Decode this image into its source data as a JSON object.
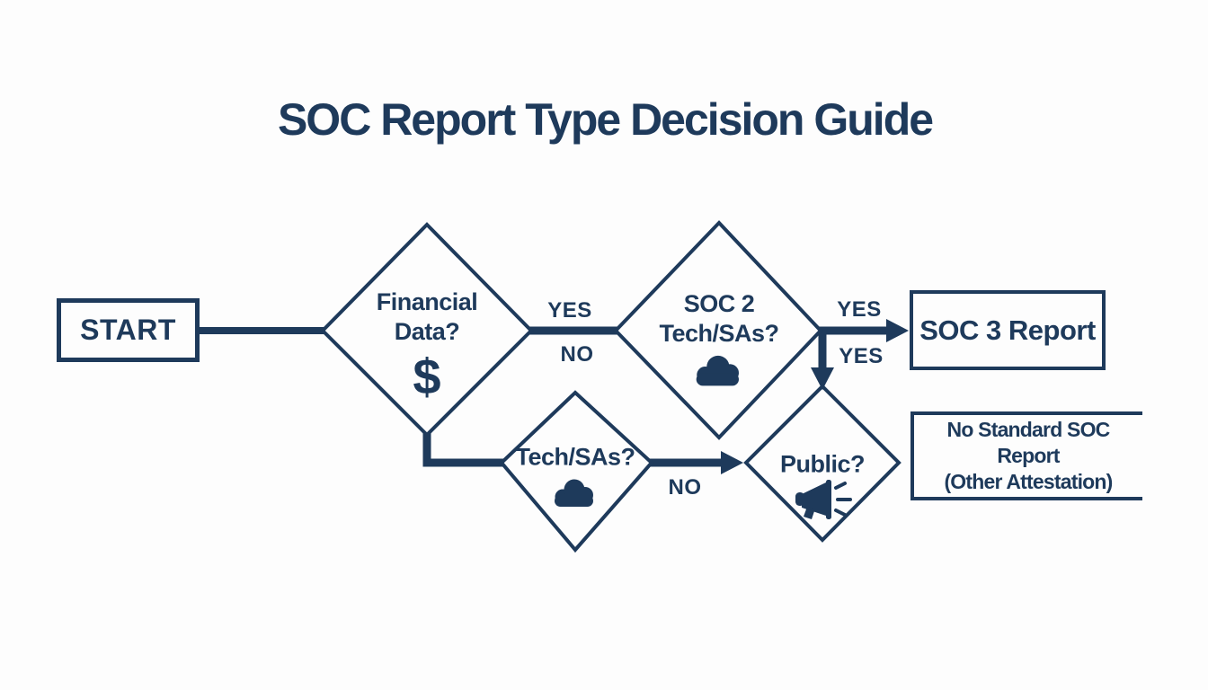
{
  "title": "SOC Report Type Decision Guide",
  "colors": {
    "ink": "#1e3a5b",
    "background": "#fdfdfd"
  },
  "nodes": {
    "start": {
      "label": "START"
    },
    "financial_data": {
      "line1": "Financial",
      "line2": "Data?",
      "symbol": "$",
      "icon": "dollar-icon"
    },
    "soc2": {
      "line1": "SOC 2",
      "line2": "Tech/SAs?",
      "icon": "cloud-icon"
    },
    "tech_sas": {
      "label": "Tech/SAs?",
      "icon": "cloud-icon"
    },
    "public": {
      "label": "Public?",
      "icon": "megaphone-icon"
    },
    "soc3_report": {
      "label": "SOC 3 Report"
    },
    "no_standard": {
      "line1": "No Standard SOC Report",
      "line2": "(Other Attestation)"
    }
  },
  "edge_labels": {
    "financial_yes": "YES",
    "financial_no": "NO",
    "soc2_yes_right": "YES",
    "soc2_yes_down": "YES",
    "tech_no": "NO"
  }
}
